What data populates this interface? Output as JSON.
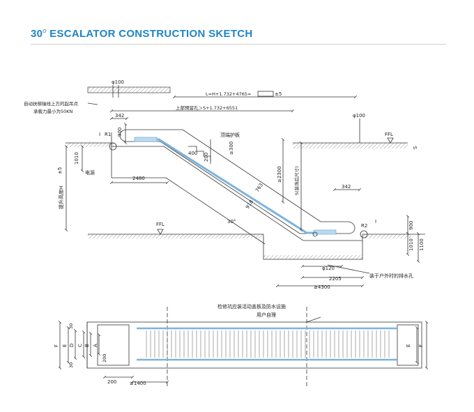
{
  "title": {
    "prefix": "30",
    "degree": "o",
    "main": "ESCALATOR CONSTRUCTION SKETCH"
  },
  "colors": {
    "title": "#1f84c6",
    "rail": "#7cb3dd"
  },
  "labels": {
    "phi100_top": "φ100",
    "total_length": "L=H+1.732+4765=",
    "total_length_tol": "±5",
    "lifting_point_line1": "自动扶梯轴线上方的起吊点",
    "lifting_point_line2": "承载力最小为50KN",
    "dim_342_top": "342",
    "upper_opening": "上部预留孔＞S+1.732+6551",
    "phi100_right": "φ100",
    "I_left": "I",
    "R1": "R1",
    "dim_900_left": "900",
    "top_guard": "顶端护板",
    "FFL_top_right": "FFL",
    "S_right": "S",
    "dim_1010_left": "1010",
    "tol_5_left": "±5",
    "dim_400": "400",
    "dim_200": "200",
    "dim_300": "≥300",
    "dim_2300": "≥2300",
    "S_finish": "S(装饰后尺寸)",
    "power_supply": "电源",
    "dim_2480": "2480",
    "rise_H": "提升高度H",
    "dim_763": "763",
    "dim_918": "918",
    "dim_342_right": "342",
    "FFL_bottom": "FFL",
    "angle_30": "30°",
    "R2": "R2",
    "I_right": "I",
    "dim_900_right": "900",
    "dim_1010_right": "1010",
    "dim_1100": "1100",
    "phi120": "φ120",
    "drain_hole": "装于户外时的排水孔",
    "dim_2205": "2205",
    "dim_4300": "≥4300",
    "pit_cover_line1": "检修坑应装活动盖板及防水设施",
    "pit_cover_line2": "用户自理",
    "plan_F": "F",
    "plan_E": "E",
    "plan_D": "D",
    "plan_C": "C",
    "plan_B": "B",
    "plan_A": "A",
    "plan_30_top": "30",
    "plan_30_bottom": "30",
    "plan_200_vertical": "200",
    "plan_200_bottom": "200",
    "plan_1400": "≥1400",
    "plan_E_right": "E",
    "plan_F_right": "F"
  }
}
